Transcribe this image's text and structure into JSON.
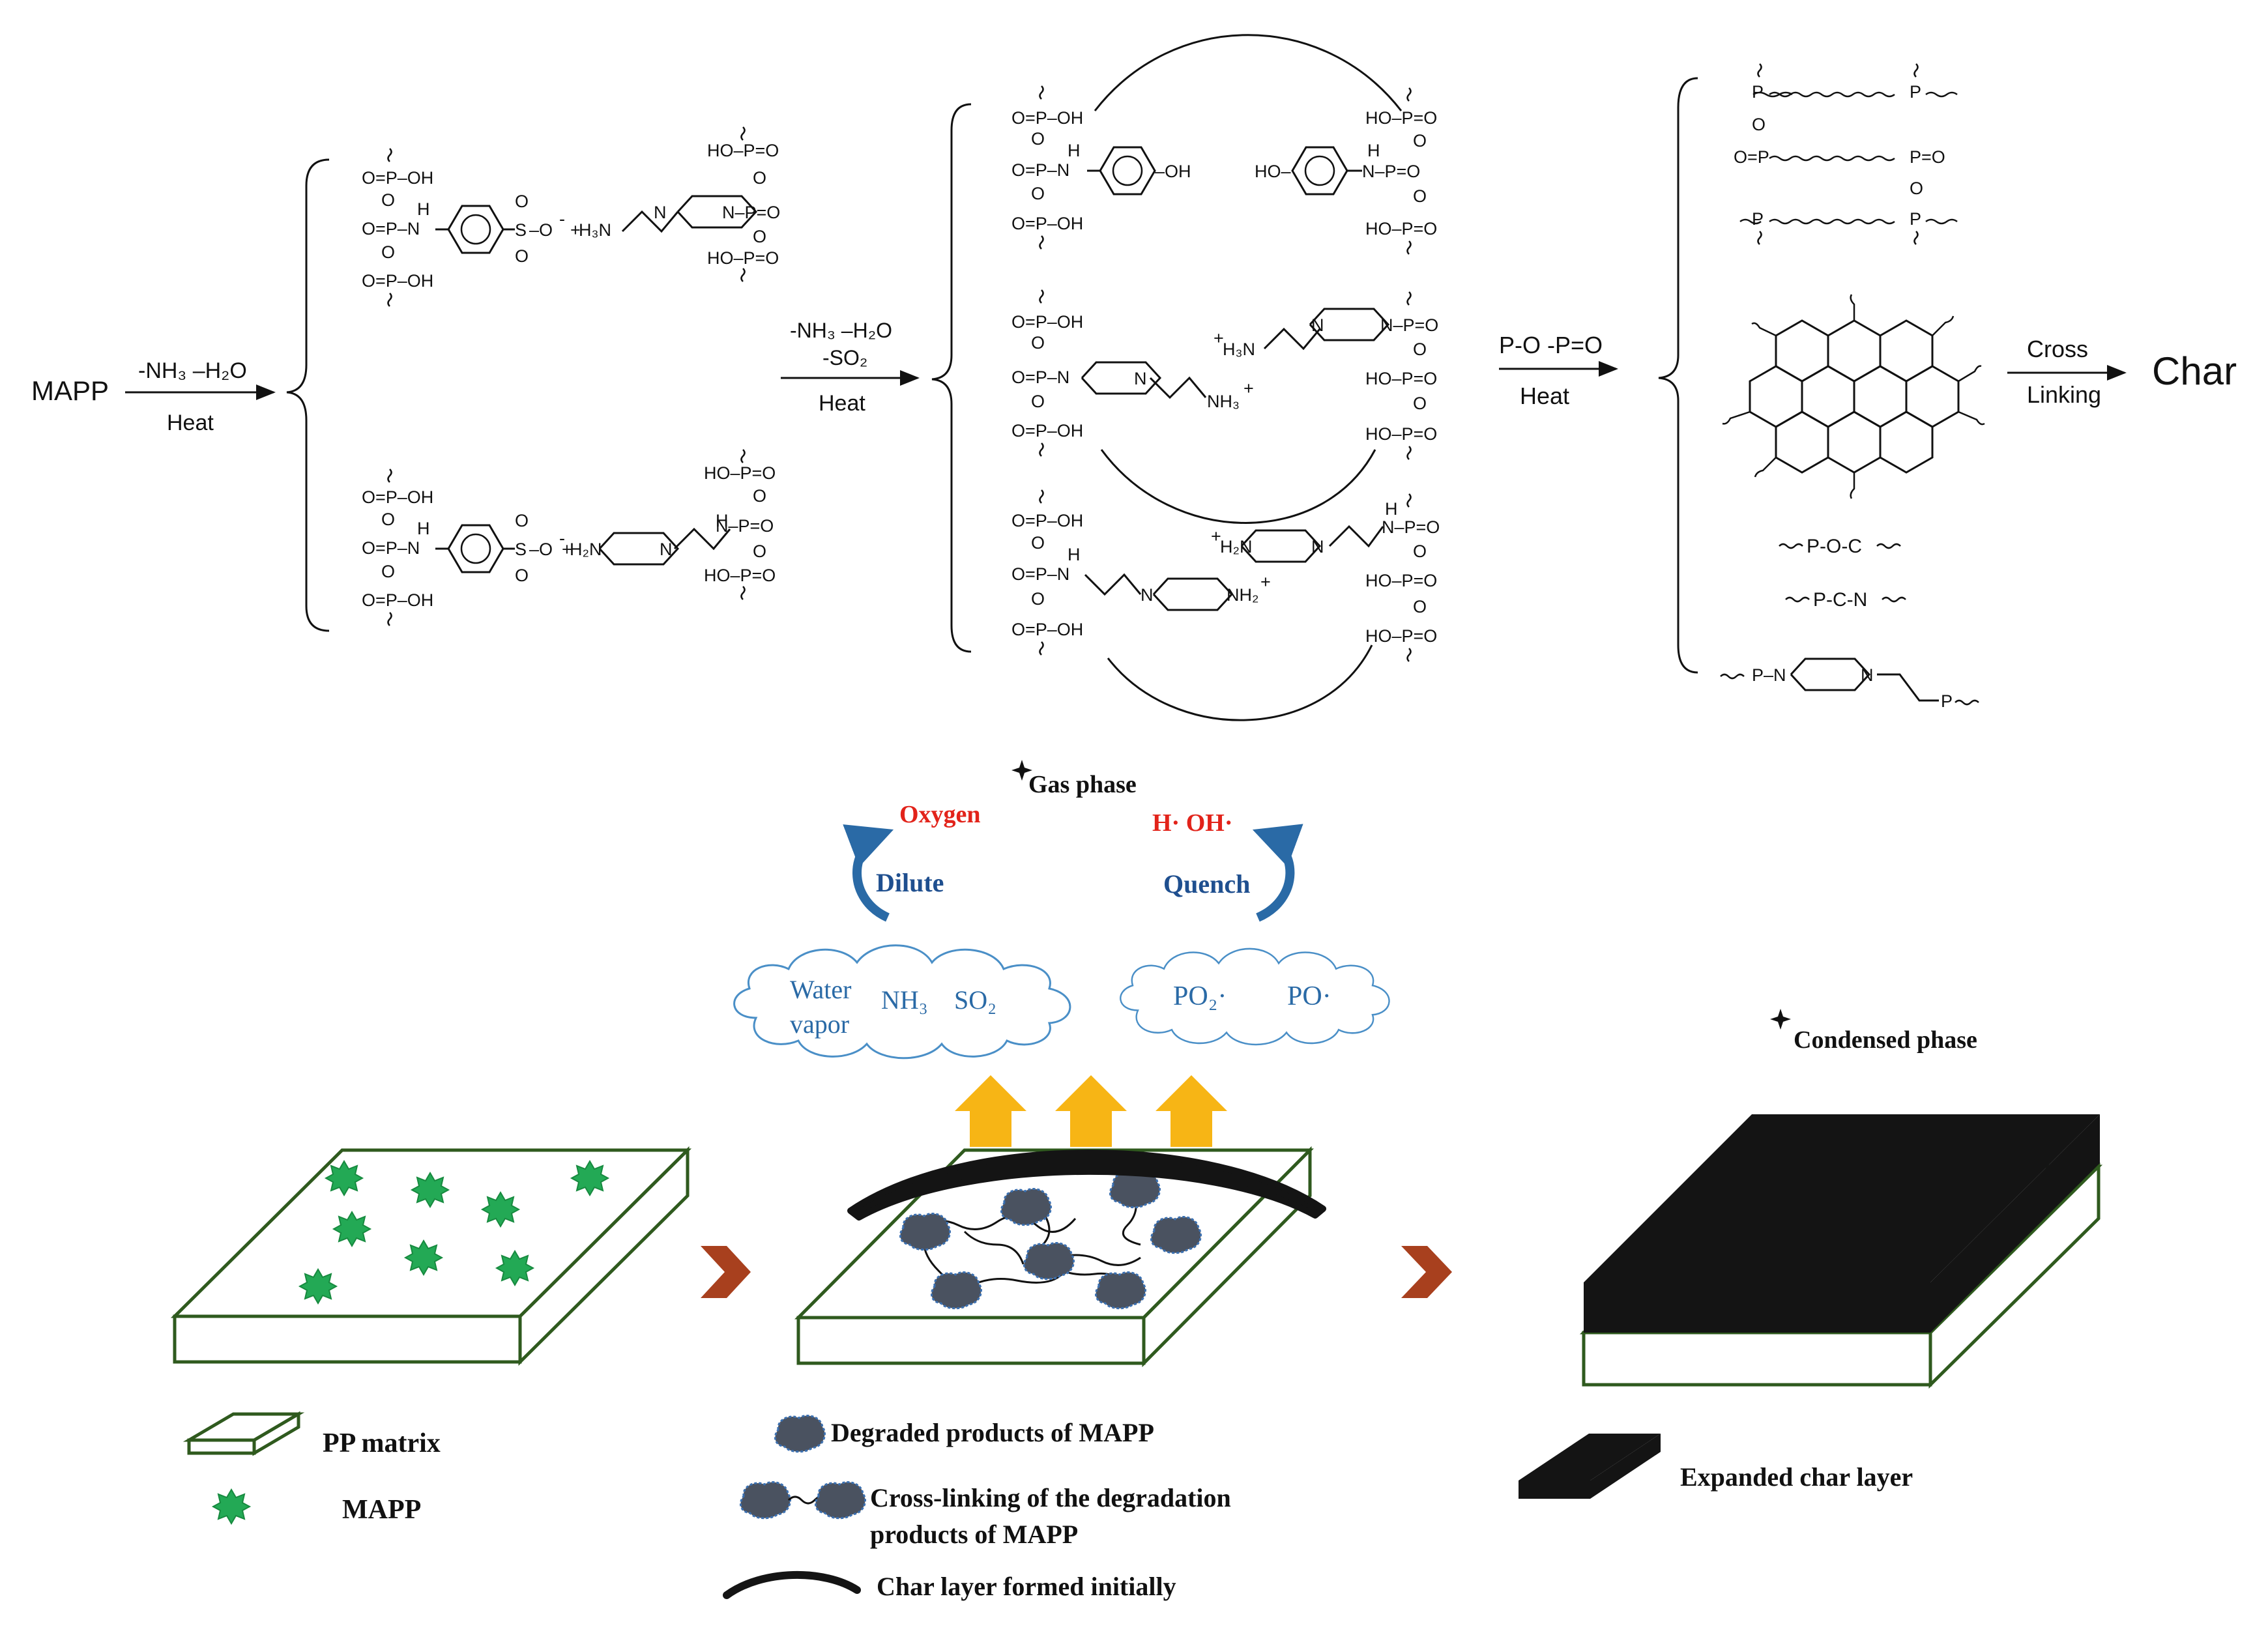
{
  "reaction": {
    "start": "MAPP",
    "step1": {
      "conditions": "-NH₃ –H₂O",
      "heat": "Heat"
    },
    "step2": {
      "conditions_a": "-NH₃ –H₂O",
      "conditions_b": "-SO₂",
      "heat": "Heat"
    },
    "step3": {
      "conditions": "P-O -P=O",
      "heat": "Heat"
    },
    "step4": {
      "line1": "Cross",
      "line2": "Linking"
    },
    "end": "Char",
    "links": {
      "poc": "P-O-C",
      "pcn": "P-C-N"
    }
  },
  "mechanism": {
    "gas_phase": "Gas phase",
    "condensed_phase": "Condensed phase",
    "oxygen": "Oxygen",
    "radicals": "H· OH·",
    "dilute": "Dilute",
    "quench": "Quench",
    "cloud_left": {
      "water_1": "Water",
      "water_2": "vapor",
      "nh3": "NH₃",
      "so2": "SO₂"
    },
    "cloud_right": {
      "po2": "PO₂·",
      "po": "PO·"
    }
  },
  "legend": {
    "pp_matrix": "PP matrix",
    "mapp": "MAPP",
    "degraded": "Degraded products of MAPP",
    "crosslink_1": "Cross-linking of the degradation",
    "crosslink_2": "products of MAPP",
    "char_initial": "Char layer formed initially",
    "expanded_char": "Expanded char layer"
  },
  "colors": {
    "slab_outline": "#2f5a1e",
    "star": "#23a955",
    "chevron": "#a8401e",
    "gas_arrow": "#f7b515",
    "cloud_line": "#4a8fc7",
    "cloud_text": "#2a6aa6",
    "curl_arrow": "#2a6aa6",
    "label_blue": "#1f4f8f",
    "label_red": "#e2231a",
    "char_black": "#141414",
    "blob": "#4a5260"
  }
}
